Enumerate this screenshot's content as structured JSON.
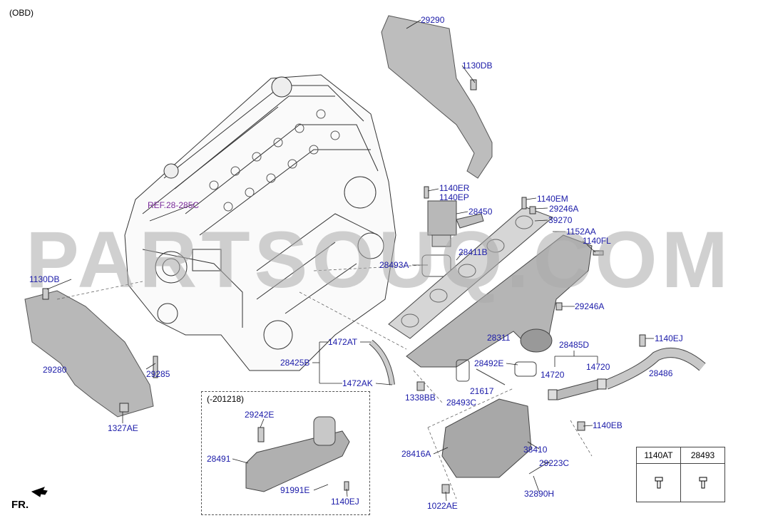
{
  "diagram": {
    "header": "(OBD)",
    "watermark": "PARTSOUQ.COM",
    "front_indicator": "FR.",
    "reference_label": "REF.28-285C",
    "variant_box_label": "(-201218)",
    "parts": [
      {
        "code": "29290"
      },
      {
        "code": "1130DB"
      },
      {
        "code": "1140ER"
      },
      {
        "code": "1140EP"
      },
      {
        "code": "28450"
      },
      {
        "code": "1140EM"
      },
      {
        "code": "29246A"
      },
      {
        "code": "39270"
      },
      {
        "code": "1152AA"
      },
      {
        "code": "1140FL"
      },
      {
        "code": "28411B"
      },
      {
        "code": "28493A"
      },
      {
        "code": "29246A"
      },
      {
        "code": "28311"
      },
      {
        "code": "1130DB"
      },
      {
        "code": "1140EJ"
      },
      {
        "code": "28485D"
      },
      {
        "code": "1472AT"
      },
      {
        "code": "28425B"
      },
      {
        "code": "28492E"
      },
      {
        "code": "14720"
      },
      {
        "code": "14720"
      },
      {
        "code": "28486"
      },
      {
        "code": "29280"
      },
      {
        "code": "29285"
      },
      {
        "code": "1472AK"
      },
      {
        "code": "21617"
      },
      {
        "code": "1338BB"
      },
      {
        "code": "28493C"
      },
      {
        "code": "1327AE"
      },
      {
        "code": "29242E"
      },
      {
        "code": "1140EB"
      },
      {
        "code": "28491"
      },
      {
        "code": "28416A"
      },
      {
        "code": "38410"
      },
      {
        "code": "29223C"
      },
      {
        "code": "91991E"
      },
      {
        "code": "1140EJ"
      },
      {
        "code": "32890H"
      },
      {
        "code": "1022AE"
      }
    ],
    "legend": {
      "columns": [
        "1140AT",
        "28493"
      ]
    }
  }
}
